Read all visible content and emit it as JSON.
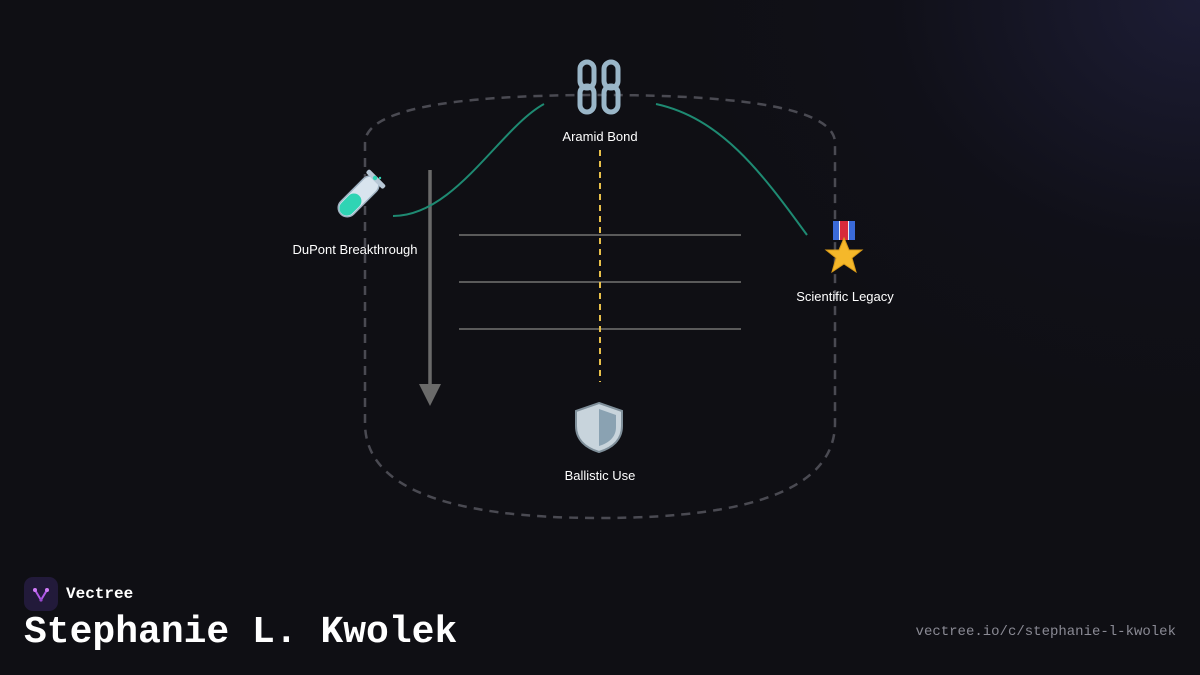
{
  "nodes": {
    "top": {
      "label": "Aramid Bond",
      "icon": "chain-icon"
    },
    "left": {
      "label": "DuPont Breakthrough",
      "icon": "test-tube-icon"
    },
    "right": {
      "label": "Scientific Legacy",
      "icon": "military-medal-icon"
    },
    "bottom": {
      "label": "Ballistic Use",
      "icon": "shield-icon"
    }
  },
  "brand": {
    "name": "Vectree",
    "icon": "vectree-logo-icon"
  },
  "title": "Stephanie L. Kwolek",
  "url": "vectree.io/c/stephanie-l-kwolek",
  "colors": {
    "background": "#0f0f14",
    "connector": "#1e8a72",
    "dashed_outline": "#4a4a52",
    "vertical_dashed": "#e8c04a",
    "arrow": "#6a6a6a",
    "lines": "#5a5a5a",
    "url": "#8a8a94"
  }
}
